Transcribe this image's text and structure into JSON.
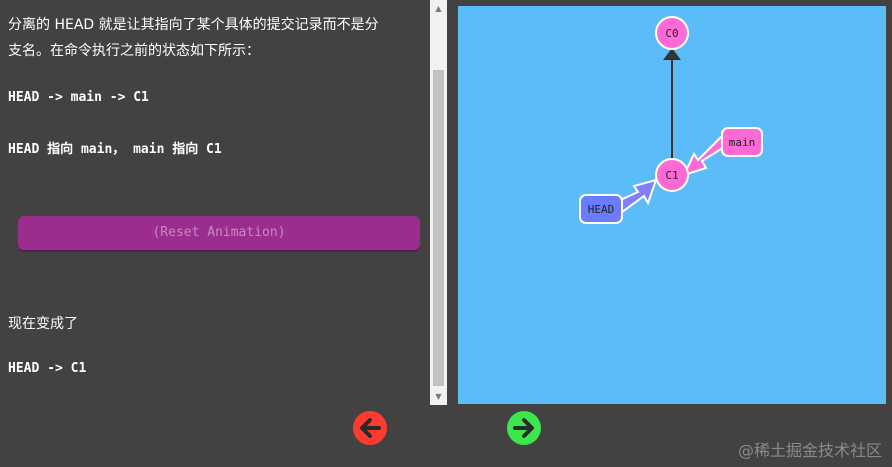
{
  "lesson": {
    "line1": "分离的 HEAD 就是让其指向了某个具体的提交记录而不是分",
    "line2": "支名。在命令执行之前的状态如下所示：",
    "state_before": "HEAD -> main -> C1",
    "pointer_desc": "HEAD 指向 main， main 指向 C1",
    "reset_label": "(Reset Animation)",
    "after_intro": "现在变成了",
    "state_after": "HEAD -> C1"
  },
  "graph": {
    "commits": [
      "C0",
      "C1"
    ],
    "branch": "main",
    "head": "HEAD",
    "colors": {
      "background": "#5cbcf8",
      "commit": "#ff6ad6",
      "branch": "#ff6ad6",
      "head": "#6a7cff"
    }
  },
  "nav": {
    "back_icon": "arrow-left-icon",
    "forward_icon": "arrow-right-icon"
  },
  "watermark": "@稀土掘金技术社区"
}
